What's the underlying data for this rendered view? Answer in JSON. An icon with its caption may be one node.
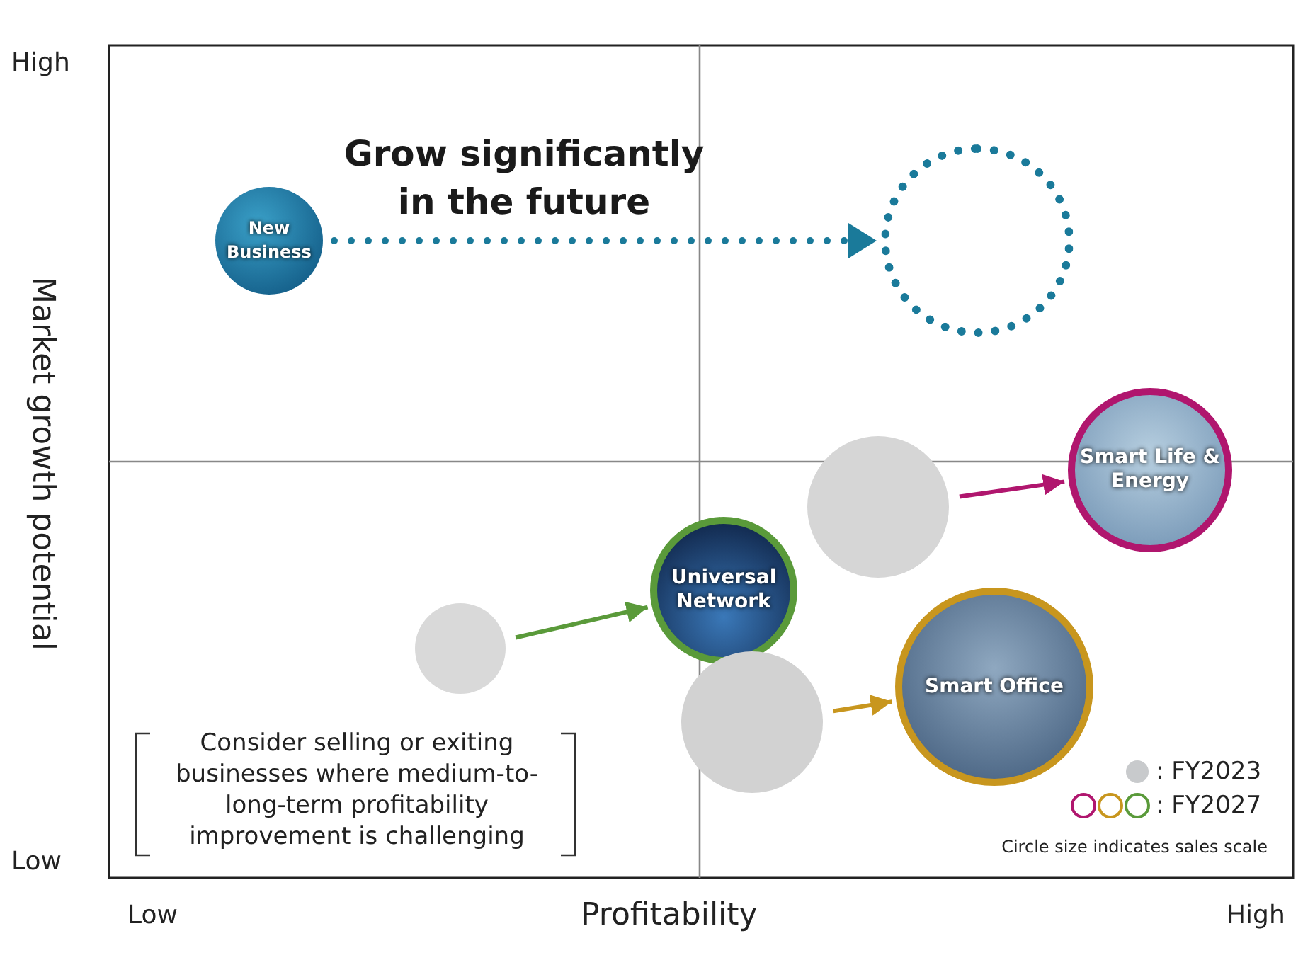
{
  "diagram": {
    "nodes": [
      {
        "text": [
          "New Business"
        ]
      },
      {
        "text": [],
        "shape": "circle"
      },
      {
        "text": [],
        "shape": "circle"
      },
      {
        "text": [
          "Smart Life & Energy"
        ]
      },
      {
        "text": [],
        "shape": "circle"
      },
      {
        "text": [
          "Universal Network"
        ]
      },
      {
        "text": [],
        "shape": "circle"
      },
      {
        "text": [
          "Smart Office"
        ]
      }
    ],
    "edges": [
      {
        "from": 0,
        "to": 1,
        "arrow": "to",
        "style": "dashed",
        "color": "#1a7a9a"
      },
      {
        "from": 2,
        "to": 3,
        "arrow": "to",
        "color": "#b0166e"
      },
      {
        "from": 4,
        "to": 5,
        "arrow": "to",
        "color": "#5a9a3a"
      },
      {
        "from": 6,
        "to": 7,
        "arrow": "to",
        "color": "#c8961e"
      }
    ],
    "labels": [
      "High",
      "Market growth potential",
      "Grow significantly in the future",
      "Low",
      "Consider selling or exiting businesses where medium-to-long-term profitability improvement is challenging",
      "Low",
      "Profitability",
      "High",
      "Circle size indicates sales scale"
    ],
    "legend": [
      {
        "text": ": FY2023",
        "color": "#c8cacc"
      },
      {
        "text": ": FY2027"
      }
    ]
  }
}
